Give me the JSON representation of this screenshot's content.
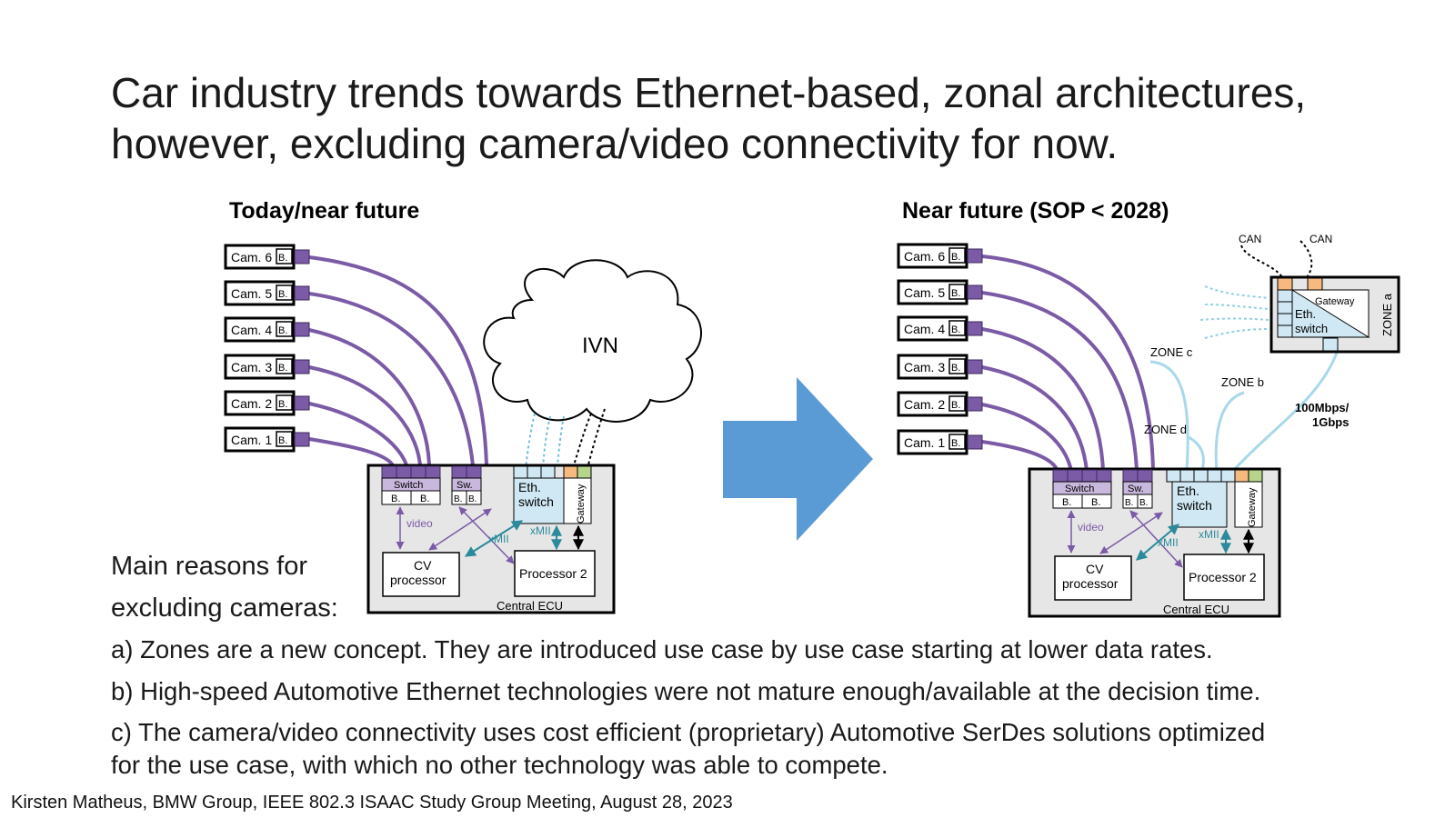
{
  "title": {
    "line1": "Car industry trends towards Ethernet-based, zonal architectures,",
    "line2": "however, excluding camera/video connectivity for now."
  },
  "left_diagram": {
    "heading": "Today/near future",
    "cameras": [
      "Cam. 6",
      "Cam. 5",
      "Cam. 4",
      "Cam. 3",
      "Cam. 2",
      "Cam. 1"
    ],
    "bridge_label": "B.",
    "cloud_label": "IVN",
    "switch_label": "Switch",
    "sw_label": "Sw.",
    "eth_switch_line1": "Eth.",
    "eth_switch_line2": "switch",
    "gateway_label": "Gateway",
    "video_label": "video",
    "xmii_label": "xMII",
    "cv_line1": "CV",
    "cv_line2": "processor",
    "processor2_label": "Processor 2",
    "ecu_label": "Central ECU"
  },
  "right_diagram": {
    "heading": "Near future (SOP < 2028)",
    "cameras": [
      "Cam. 6",
      "Cam. 5",
      "Cam. 4",
      "Cam. 3",
      "Cam. 2",
      "Cam. 1"
    ],
    "bridge_label": "B.",
    "can_label": "CAN",
    "zone_a": "ZONE a",
    "zone_b": "ZONE b",
    "zone_c": "ZONE c",
    "zone_d": "ZONE d",
    "zone_gateway": "Gateway",
    "zone_eth_line1": "Eth.",
    "zone_eth_line2": "switch",
    "speed_line1": "100Mbps/",
    "speed_line2": "1Gbps",
    "switch_label": "Switch",
    "sw_label": "Sw.",
    "eth_switch_line1": "Eth.",
    "eth_switch_line2": "switch",
    "gateway_label": "Gateway",
    "video_label": "video",
    "xmii_label": "xMII",
    "cv_line1": "CV",
    "cv_line2": "processor",
    "processor2_label": "Processor 2",
    "ecu_label": "Central ECU"
  },
  "reasons": {
    "intro_line1": "Main reasons for",
    "intro_line2": "excluding cameras:",
    "a": "a) Zones are a new concept. They are introduced use case by use case starting at lower data rates.",
    "b": "b) High-speed Automotive Ethernet technologies were not mature enough/available at the decision time.",
    "c_line1": "c) The camera/video connectivity uses cost efficient (proprietary) Automotive SerDes solutions optimized",
    "c_line2": "for the use case, with which no other technology was able to compete."
  },
  "footer": "Kirsten Matheus, BMW Group, IEEE 802.3 ISAAC Study Group Meeting, August 28, 2023",
  "colors": {
    "purple": "#7b5aa6",
    "purple_light": "#c9b8dd",
    "teal": "#2b8a9b",
    "light_blue": "#cfe8f3",
    "arrow_blue": "#5b9bd5",
    "orange": "#f6b980",
    "green": "#b5d68a",
    "ecu_gray": "#e6e6e6"
  }
}
